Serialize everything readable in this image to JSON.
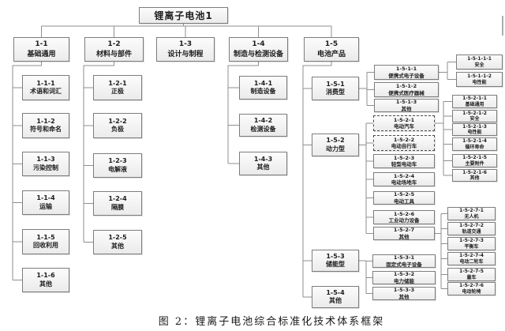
{
  "diagram": {
    "caption": "图 2：锂离子电池综合标准化技术体系框架",
    "root_id": "1",
    "nodes": {
      "1": {
        "code": "",
        "label": "锂离子电池1"
      },
      "1-1": {
        "code": "1-1",
        "label": "基础通用"
      },
      "1-2": {
        "code": "1-2",
        "label": "材料与部件"
      },
      "1-3": {
        "code": "1-3",
        "label": "设计与制程"
      },
      "1-4": {
        "code": "1-4",
        "label": "制造与检测设备"
      },
      "1-5": {
        "code": "1-5",
        "label": "电池产品"
      },
      "1-1-1": {
        "code": "1-1-1",
        "label": "术语和词汇"
      },
      "1-1-2": {
        "code": "1-1-2",
        "label": "符号和命名"
      },
      "1-1-3": {
        "code": "1-1-3",
        "label": "污染控制"
      },
      "1-1-4": {
        "code": "1-1-4",
        "label": "运输"
      },
      "1-1-5": {
        "code": "1-1-5",
        "label": "回收利用"
      },
      "1-1-6": {
        "code": "1-1-6",
        "label": "其他"
      },
      "1-2-1": {
        "code": "1-2-1",
        "label": "正极"
      },
      "1-2-2": {
        "code": "1-2-2",
        "label": "负极"
      },
      "1-2-3": {
        "code": "1-2-3",
        "label": "电解液"
      },
      "1-2-4": {
        "code": "1-2-4",
        "label": "隔膜"
      },
      "1-2-5": {
        "code": "1-2-5",
        "label": "其他"
      },
      "1-4-1": {
        "code": "1-4-1",
        "label": "制造设备"
      },
      "1-4-2": {
        "code": "1-4-2",
        "label": "检测设备"
      },
      "1-4-3": {
        "code": "1-4-3",
        "label": "其他"
      },
      "1-5-1": {
        "code": "1-5-1",
        "label": "消费型"
      },
      "1-5-2": {
        "code": "1-5-2",
        "label": "动力型"
      },
      "1-5-3": {
        "code": "1-5-3",
        "label": "储能型"
      },
      "1-5-4": {
        "code": "1-5-4",
        "label": "其他"
      },
      "1-5-1-1": {
        "code": "1-5-1-1",
        "label": "便携式电子设备"
      },
      "1-5-1-2": {
        "code": "1-5-1-2",
        "label": "便携式医疗器械"
      },
      "1-5-1-3": {
        "code": "1-5-1-3",
        "label": "其他"
      },
      "1-5-2-1": {
        "code": "1-5-2-1",
        "label": "电动汽车"
      },
      "1-5-2-2": {
        "code": "1-5-2-2",
        "label": "电动自行车"
      },
      "1-5-2-3": {
        "code": "1-5-2-3",
        "label": "轻型电动车"
      },
      "1-5-2-4": {
        "code": "1-5-2-4",
        "label": "电动场地车"
      },
      "1-5-2-5": {
        "code": "1-5-2-5",
        "label": "电动工具"
      },
      "1-5-2-6": {
        "code": "1-5-2-6",
        "label": "工业动力设备"
      },
      "1-5-2-7": {
        "code": "1-5-2-7",
        "label": "其他"
      },
      "1-5-3-1": {
        "code": "1-5-3-1",
        "label": "固定式电子设备"
      },
      "1-5-3-2": {
        "code": "1-5-3-2",
        "label": "电力储能"
      },
      "1-5-3-3": {
        "code": "1-5-3-3",
        "label": "其他"
      },
      "1-5-1-1-1": {
        "code": "1-5-1-1-1",
        "label": "安全"
      },
      "1-5-1-1-2": {
        "code": "1-5-1-1-2",
        "label": "电性能"
      },
      "1-5-2-1-1": {
        "code": "1-5-2-1-1",
        "label": "基础通用"
      },
      "1-5-2-1-2": {
        "code": "1-5-2-1-2",
        "label": "安全"
      },
      "1-5-2-1-3": {
        "code": "1-5-2-1-3",
        "label": "电性能"
      },
      "1-5-2-1-4": {
        "code": "1-5-2-1-4",
        "label": "循环寿命"
      },
      "1-5-2-1-5": {
        "code": "1-5-2-1-5",
        "label": "主要附件"
      },
      "1-5-2-1-6": {
        "code": "1-5-2-1-6",
        "label": "其他"
      },
      "1-5-2-7-1": {
        "code": "1-5-2-7-1",
        "label": "无人机"
      },
      "1-5-2-7-2": {
        "code": "1-5-2-7-2",
        "label": "轨道交通"
      },
      "1-5-2-7-3": {
        "code": "1-5-2-7-3",
        "label": "平衡车"
      },
      "1-5-2-7-4": {
        "code": "1-5-2-7-4",
        "label": "电动二轮车"
      },
      "1-5-2-7-5": {
        "code": "1-5-2-7-5",
        "label": "童车"
      },
      "1-5-2-7-6": {
        "code": "1-5-2-7-6",
        "label": "电动轮椅"
      }
    }
  },
  "colors": {
    "box_border": "#7d7d7d",
    "box_fill_top": "#fcfcfc",
    "box_fill_bottom": "#ebebeb",
    "connector_line": "#8f8f8f",
    "text": "#1c1c1c",
    "background": "#ffffff"
  }
}
